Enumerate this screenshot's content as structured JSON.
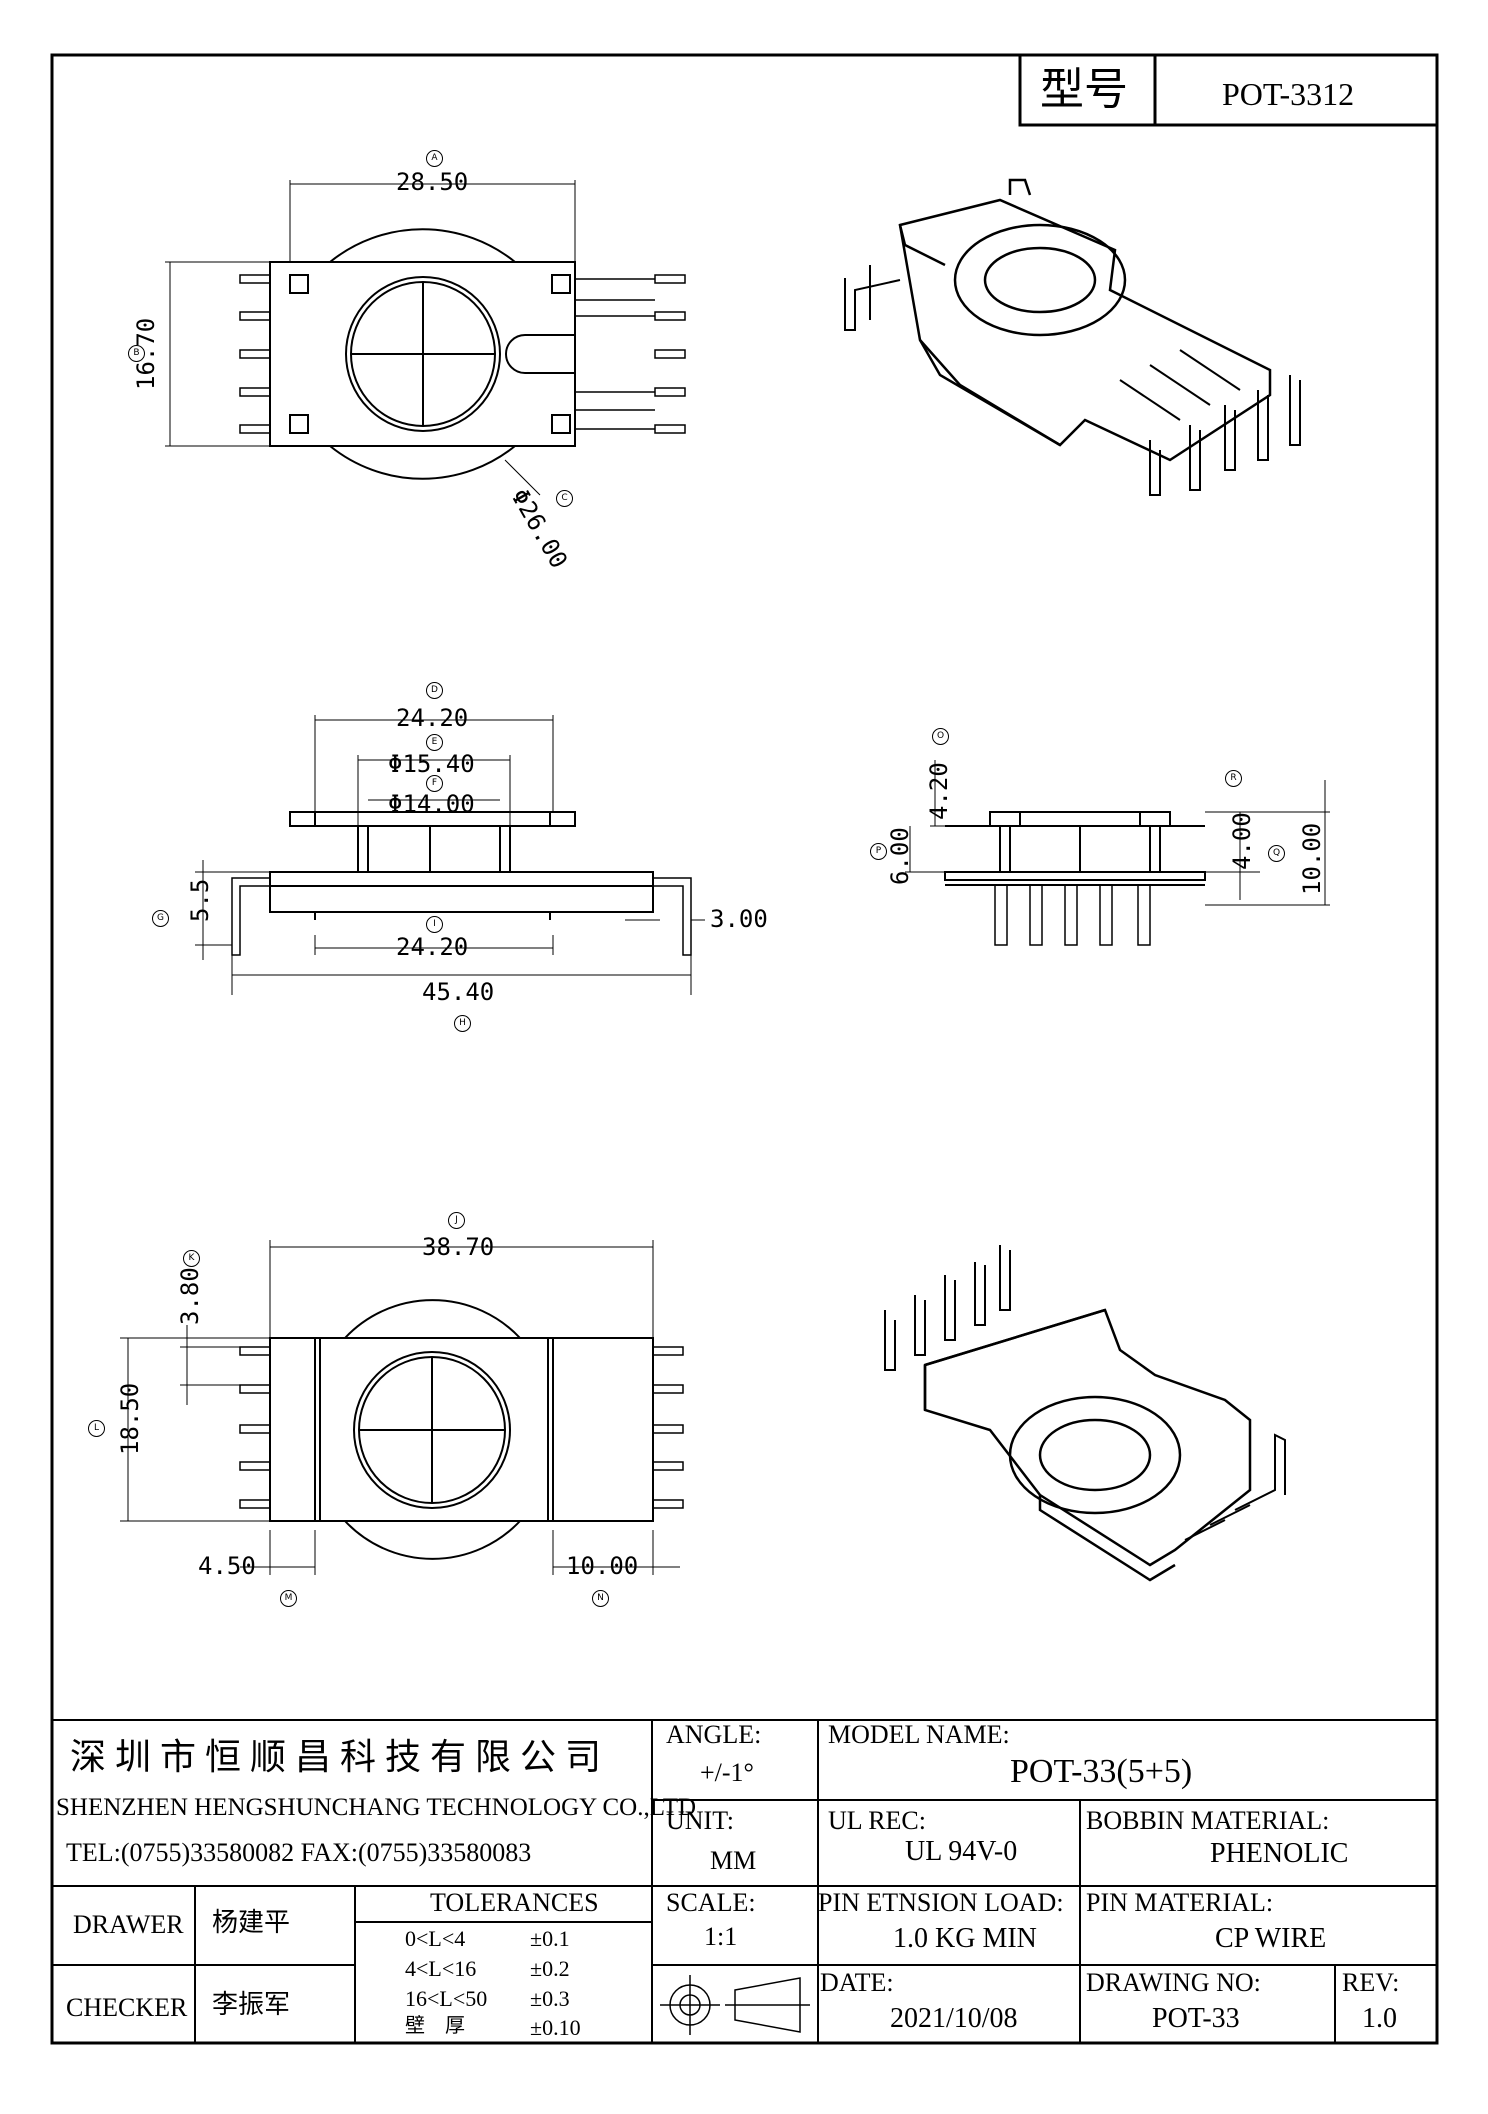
{
  "header": {
    "model_label": "型号",
    "model_value": "POT-3312"
  },
  "dimensions": {
    "top_view": {
      "width": "28.50",
      "height": "16.70",
      "dia": "Φ26.00",
      "width_tag": "A",
      "height_tag": "B",
      "dia_tag": "C"
    },
    "front_view": {
      "top_width": "24.20",
      "tag_top": "D",
      "dia_outer": "Φ15.40",
      "tag_outer": "E",
      "dia_inner": "Φ14.00",
      "tag_inner": "F",
      "side_height": "5.5",
      "tag_side": "G",
      "base_width": "24.20",
      "tag_base": "I",
      "total_width": "45.40",
      "tag_total": "H",
      "pin_offset": "3.00"
    },
    "side_view": {
      "h1": "4.20",
      "h2": "6.00",
      "h3": "4.00",
      "h4": "10.00",
      "tag_h1": "O",
      "tag_h2": "P",
      "tag_h3": "R",
      "tag_h4": "Q"
    },
    "bottom_view": {
      "width": "38.70",
      "tag_width": "J",
      "pitch": "3.80",
      "tag_pitch": "K",
      "height": "18.50",
      "tag_height": "L",
      "left": "4.50",
      "tag_left": "M",
      "right": "10.00",
      "tag_right": "N"
    }
  },
  "company": {
    "name_cn": "深圳市恒顺昌科技有限公司",
    "name_en": "SHENZHEN HENGSHUNCHANG TECHNOLOGY CO.,LTD",
    "contact": "TEL:(0755)33580082 FAX:(0755)33580083"
  },
  "title_block": {
    "angle_label": "ANGLE:",
    "angle_value": "+/-1°",
    "model_name_label": "MODEL NAME:",
    "model_name_value": "POT-33(5+5)",
    "unit_label": "UNIT:",
    "unit_value": "MM",
    "ul_label": "UL REC:",
    "ul_value": "UL 94V-0",
    "bobbin_label": "BOBBIN MATERIAL:",
    "bobbin_value": "PHENOLIC",
    "drawer_label": "DRAWER",
    "drawer_value": "杨建平",
    "checker_label": "CHECKER",
    "checker_value": "李振军",
    "tol_label": "TOLERANCES",
    "tolerances": [
      {
        "range": "0<L<4",
        "tol": "±0.1"
      },
      {
        "range": "4<L<16",
        "tol": "±0.2"
      },
      {
        "range": "16<L<50",
        "tol": "±0.3"
      },
      {
        "range": "壁　厚",
        "tol": "±0.10"
      }
    ],
    "scale_label": "SCALE:",
    "scale_value": "1:1",
    "pin_load_label": "PIN ETNSION LOAD:",
    "pin_load_value": "1.0 KG MIN",
    "pin_mat_label": "PIN MATERIAL:",
    "pin_mat_value": "CP WIRE",
    "date_label": "DATE:",
    "date_value": "2021/10/08",
    "drawing_no_label": "DRAWING NO:",
    "drawing_no_value": "POT-33",
    "rev_label": "REV:",
    "rev_value": "1.0"
  }
}
